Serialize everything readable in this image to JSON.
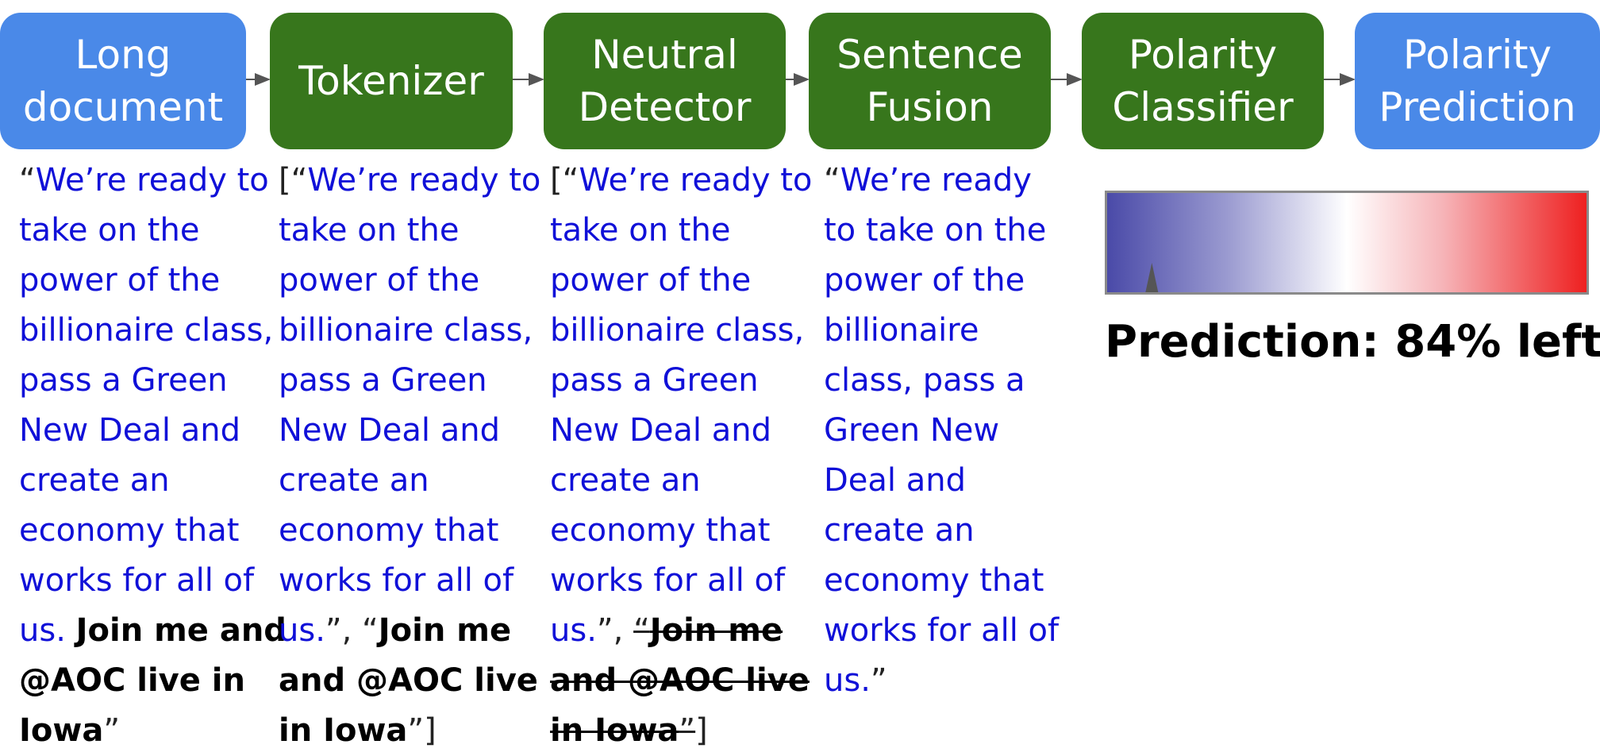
{
  "pipeline": {
    "boxes": [
      {
        "id": "long-document",
        "lines": [
          "Long",
          "document"
        ],
        "color": "#4a89e8"
      },
      {
        "id": "tokenizer",
        "lines": [
          "Tokenizer"
        ],
        "color": "#37761c"
      },
      {
        "id": "neutral-detector",
        "lines": [
          "Neutral",
          "Detector"
        ],
        "color": "#37761c"
      },
      {
        "id": "sentence-fusion",
        "lines": [
          "Sentence",
          "Fusion"
        ],
        "color": "#37761c"
      },
      {
        "id": "polarity-classifier",
        "lines": [
          "Polarity",
          "Classifier"
        ],
        "color": "#37761c"
      },
      {
        "id": "polarity-prediction",
        "lines": [
          "Polarity",
          "Prediction"
        ],
        "color": "#4a89e8"
      }
    ]
  },
  "texts": {
    "long_document": {
      "open_quote": "“",
      "lines": [
        "We’re ready to",
        "take on the",
        "power of the",
        "billionaire class,",
        "pass a Green",
        "New Deal and",
        "create an",
        "economy that",
        "works for all of"
      ],
      "last_blue": "us. ",
      "bold_lines": [
        "Join me and",
        "@AOC live in",
        "Iowa"
      ],
      "close_quote": "”"
    },
    "tokenizer": {
      "open": "[“",
      "lines": [
        "We’re ready to",
        "take on the",
        "power of the",
        "billionaire class,",
        "pass a Green",
        "New Deal and",
        "create an",
        "economy that",
        "works for all of"
      ],
      "last_blue": "us.",
      "separator": "”, “",
      "bold_lines": [
        "Join me",
        "and @AOC live",
        "in Iowa"
      ],
      "close": "”]"
    },
    "neutral_detector": {
      "open": "[“",
      "lines": [
        "We’re ready to",
        "take on the",
        "power of the",
        "billionaire class,",
        "pass a Green",
        "New Deal and",
        "create an",
        "economy that",
        "works for all of"
      ],
      "last_blue": "us.",
      "separator": "”, ",
      "struck_open": "“",
      "struck_lines": [
        "Join me",
        "and @AOC live",
        "in Iowa"
      ],
      "struck_close": "”",
      "close": "]"
    },
    "sentence_fusion": {
      "open_quote": "“",
      "lines": [
        "We’re ready",
        "to take on the",
        "power of the",
        "billionaire",
        "class, pass a",
        "Green New",
        "Deal and",
        "create an",
        "economy that",
        "works for all of"
      ],
      "last_blue": "us.",
      "close_quote": "”"
    }
  },
  "prediction": {
    "label": "Prediction: 84% left",
    "left_fraction": 0.84,
    "gradient_colors": [
      "#4a4aa8",
      "#ffffff",
      "#ee2020"
    ],
    "marker_color": "#555555"
  }
}
